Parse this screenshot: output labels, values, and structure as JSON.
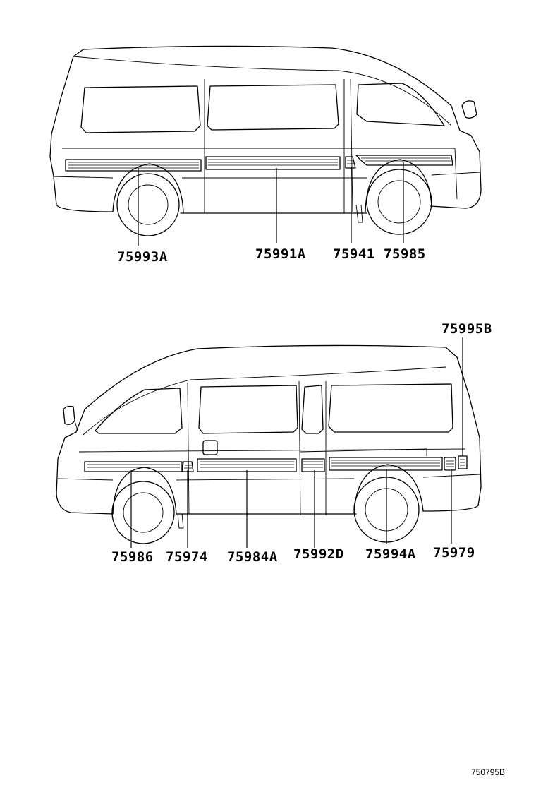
{
  "diagram_ref": "750795B",
  "views": [
    {
      "name": "left-side-view",
      "callouts": [
        {
          "part": "75993A"
        },
        {
          "part": "75991A"
        },
        {
          "part": "75941"
        },
        {
          "part": "75985"
        }
      ]
    },
    {
      "name": "right-side-view",
      "callouts": [
        {
          "part": "75995B"
        },
        {
          "part": "75986"
        },
        {
          "part": "75974"
        },
        {
          "part": "75984A"
        },
        {
          "part": "75992D"
        },
        {
          "part": "75994A"
        },
        {
          "part": "75979"
        }
      ]
    }
  ]
}
